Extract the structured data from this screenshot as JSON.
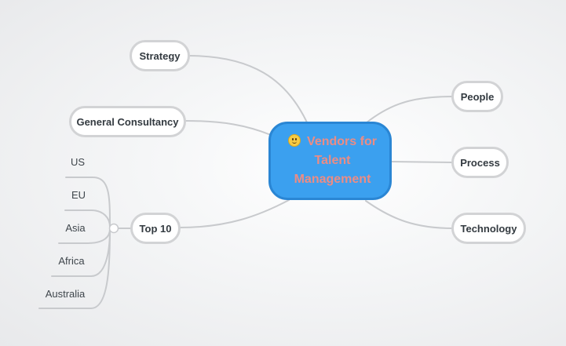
{
  "root": {
    "title": "Vendors for Talent Management",
    "emoji": "slightly-smiling-face-icon"
  },
  "branches": {
    "strategy": "Strategy",
    "general_consultancy": "General Consultancy",
    "top10": "Top 10",
    "people": "People",
    "process": "Process",
    "technology": "Technology"
  },
  "top10_children": [
    "US",
    "EU",
    "Asia",
    "Africa",
    "Australia"
  ],
  "colors": {
    "root_fill": "#3ba0ef",
    "root_border": "#2a86d4",
    "root_text": "#ec8c84",
    "node_border": "#d2d3d5",
    "connector": "#c8cacd"
  }
}
